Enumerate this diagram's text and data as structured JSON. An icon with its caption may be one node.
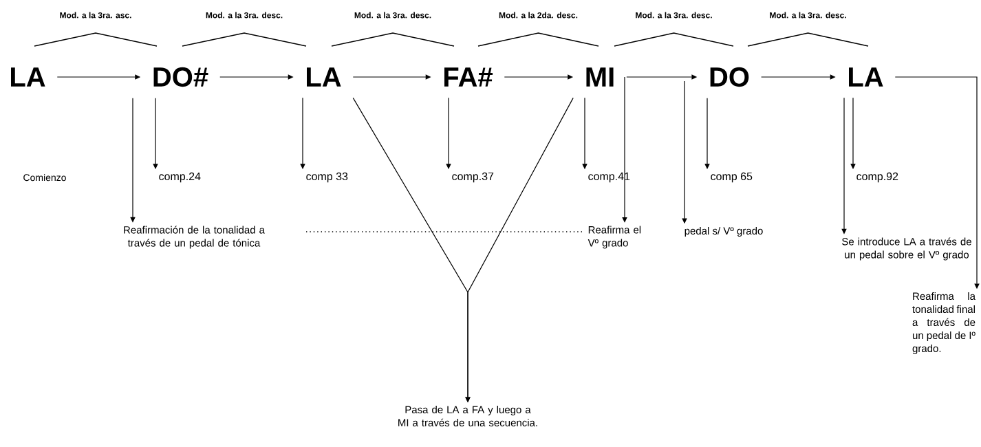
{
  "diagram": {
    "nodes": [
      {
        "text": [
          "LA"
        ]
      },
      {
        "text": [
          "DO#"
        ]
      },
      {
        "text": [
          "LA"
        ]
      },
      {
        "text": [
          "FA#"
        ]
      },
      {
        "text": [
          "MI"
        ]
      },
      {
        "text": [
          "DO"
        ]
      },
      {
        "text": [
          "LA"
        ]
      },
      {
        "text": [
          "comp.24"
        ]
      },
      {
        "text": [
          "comp 33"
        ]
      },
      {
        "text": [
          "comp.37"
        ]
      },
      {
        "text": [
          "comp.41"
        ]
      },
      {
        "text": [
          "comp 65"
        ]
      },
      {
        "text": [
          "comp.92"
        ]
      },
      {
        "text": [
          "Reafirmación de la tonalidad a través de un pedal de tónica"
        ]
      },
      {
        "text": [
          "Reafirma el Vº grado"
        ]
      },
      {
        "text": [
          "pedal s/ Vº grado"
        ]
      },
      {
        "text": [
          "Se introduce LA a través de un pedal sobre el Vº grado"
        ]
      },
      {
        "text": [
          "Reafirma la tonalidad final a través de un pedal de Iº grado."
        ]
      },
      {
        "text": [
          "Pasa de LA a FA y luego a MI a través de una secuencia."
        ]
      }
    ],
    "edges": [
      {
        "from": 0,
        "to": 1,
        "arrow": "to"
      },
      {
        "from": 1,
        "to": 2,
        "arrow": "to"
      },
      {
        "from": 2,
        "to": 3,
        "arrow": "to"
      },
      {
        "from": 3,
        "to": 4,
        "arrow": "to"
      },
      {
        "from": 4,
        "to": 5,
        "arrow": "to"
      },
      {
        "from": 5,
        "to": 6,
        "arrow": "to"
      },
      {
        "from": 6,
        "to": 17,
        "arrow": "to"
      },
      {
        "from": 1,
        "to": 7,
        "arrow": "to"
      },
      {
        "from": 2,
        "to": 8,
        "arrow": "to"
      },
      {
        "from": 3,
        "to": 9,
        "arrow": "to"
      },
      {
        "from": 4,
        "to": 10,
        "arrow": "to"
      },
      {
        "from": 5,
        "to": 11,
        "arrow": "to"
      },
      {
        "from": 6,
        "to": 12,
        "arrow": "to"
      },
      {
        "from": 1,
        "to": 13,
        "arrow": "to"
      },
      {
        "from": 4,
        "to": 14,
        "arrow": "to"
      },
      {
        "from": null,
        "to": 15,
        "arrow": "to"
      },
      {
        "from": 6,
        "to": 16,
        "arrow": "to"
      },
      {
        "from": 2,
        "to": 18,
        "arrow": "to"
      },
      {
        "from": 4,
        "to": 18,
        "arrow": "to"
      }
    ],
    "labels": [
      "Mod. a la 3ra. asc.",
      "Mod. a la 3ra. desc.",
      "Mod. a la 3ra. desc.",
      "Mod. a la 2da. desc.",
      "Mod. a la 3ra. desc.",
      "Mod. a la 3ra. desc.",
      "Comienzo"
    ]
  }
}
